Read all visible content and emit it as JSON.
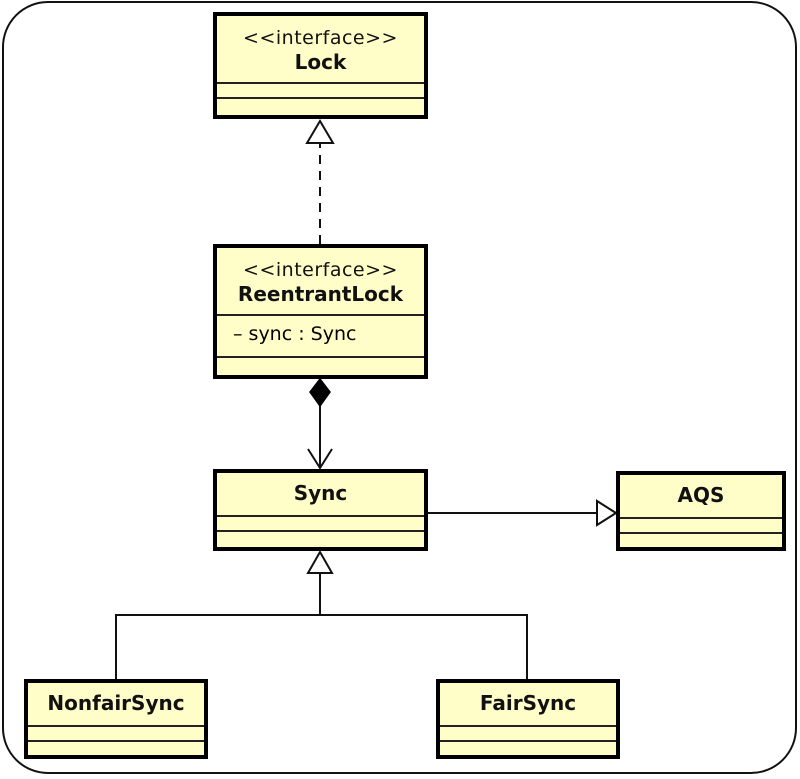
{
  "diagram": {
    "type": "uml-class-diagram",
    "classes": [
      {
        "id": "lock",
        "stereotype": "<<interface>>",
        "name": "Lock",
        "attributes": [],
        "operations": []
      },
      {
        "id": "reentrantlock",
        "stereotype": "<<interface>>",
        "name": "ReentrantLock",
        "attributes": [
          "– sync : Sync"
        ],
        "operations": []
      },
      {
        "id": "sync",
        "stereotype": "",
        "name": "Sync",
        "attributes": [],
        "operations": []
      },
      {
        "id": "aqs",
        "stereotype": "",
        "name": "AQS",
        "attributes": [],
        "operations": []
      },
      {
        "id": "nonfairsync",
        "stereotype": "",
        "name": "NonfairSync",
        "attributes": [],
        "operations": []
      },
      {
        "id": "fairsync",
        "stereotype": "",
        "name": "FairSync",
        "attributes": [],
        "operations": []
      }
    ],
    "relationships": [
      {
        "type": "realization",
        "from": "ReentrantLock",
        "to": "Lock"
      },
      {
        "type": "composition",
        "from": "ReentrantLock",
        "to": "Sync",
        "navigable": true
      },
      {
        "type": "generalization",
        "from": "Sync",
        "to": "AQS"
      },
      {
        "type": "generalization",
        "from": "NonfairSync",
        "to": "Sync"
      },
      {
        "type": "generalization",
        "from": "FairSync",
        "to": "Sync"
      }
    ]
  },
  "labels": {
    "lock_stereo": "<<interface>>",
    "lock_name": "Lock",
    "rl_stereo": "<<interface>>",
    "rl_name": "ReentrantLock",
    "rl_attr": "– sync : Sync",
    "sync_name": "Sync",
    "aqs_name": "AQS",
    "nonfair_name": "NonfairSync",
    "fair_name": "FairSync"
  },
  "colors": {
    "class_fill": "#fffdc8",
    "line": "#000000",
    "background": "#ffffff"
  }
}
